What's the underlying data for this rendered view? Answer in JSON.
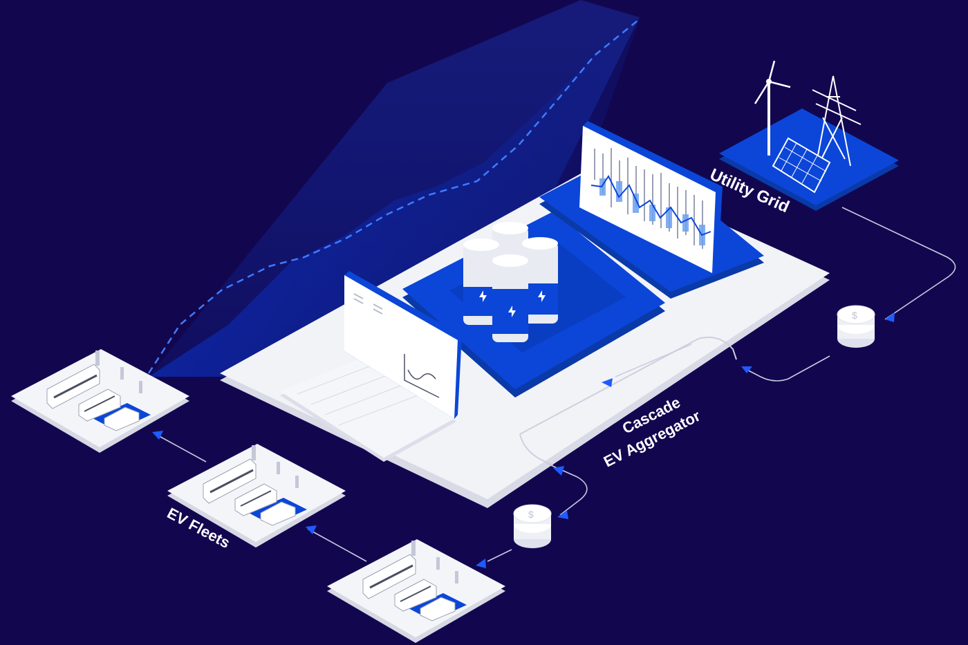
{
  "labels": {
    "utility_grid": "Utility Grid",
    "aggregator_line1": "Cascade",
    "aggregator_line2": "EV Aggregator",
    "ev_fleets": "EV Fleets"
  },
  "colors": {
    "background": "#12074f",
    "accent_blue": "#0a3fd1",
    "platform": "#f2f3f7",
    "line": "#c9cde0"
  },
  "icons": [
    "wind-turbine-icon",
    "transmission-tower-icon",
    "solar-panel-icon",
    "battery-icon",
    "laptop-icon",
    "dashboard-screen-icon",
    "coin-stack-icon",
    "bus-icon",
    "van-icon",
    "car-icon",
    "charger-icon",
    "flow-arrow-icon"
  ]
}
